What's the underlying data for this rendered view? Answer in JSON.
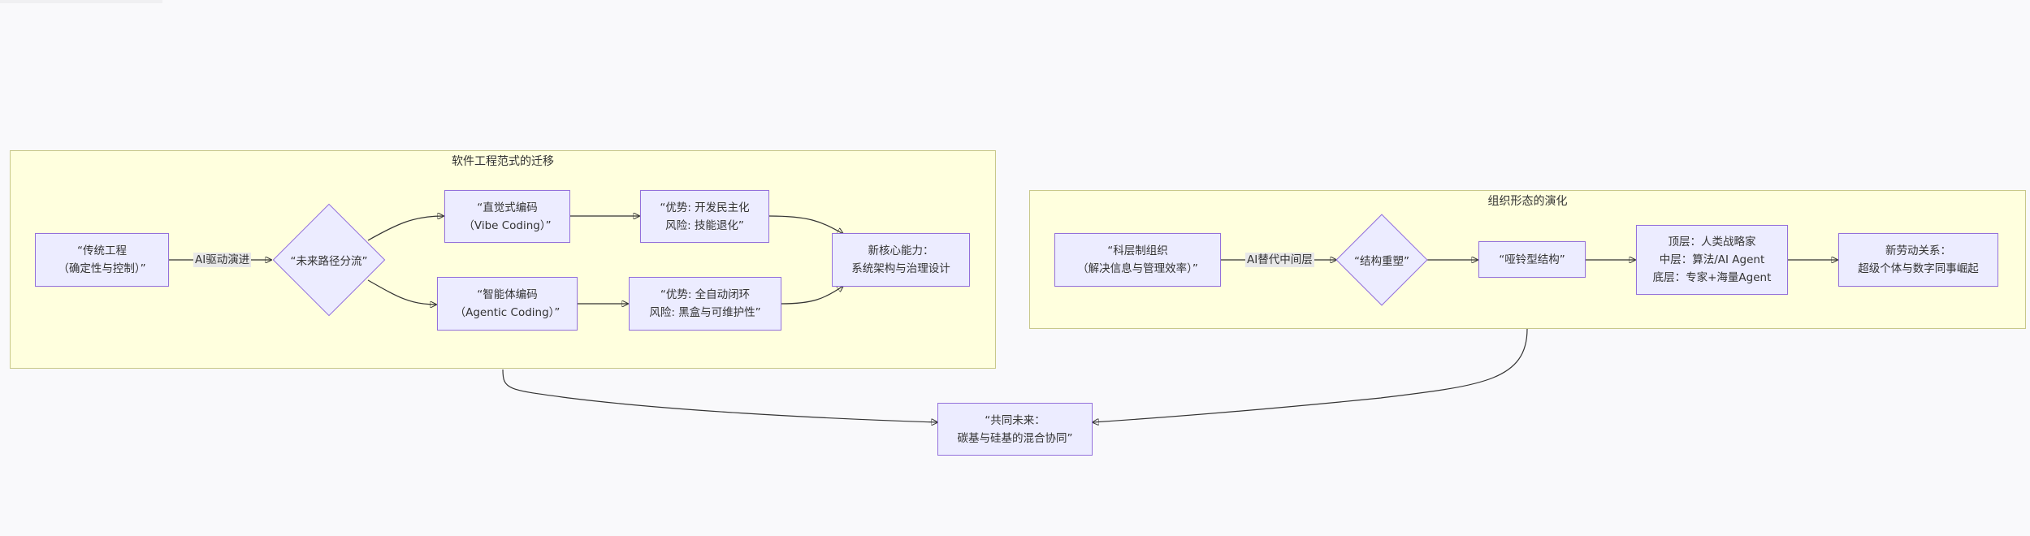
{
  "diagram": {
    "subgraph_software": {
      "title": "软件工程范式的迁移",
      "nodes": {
        "traditional": [
          "“传统工程",
          "（确定性与控制）”"
        ],
        "future_split": "“未来路径分流”",
        "vibe": [
          "“直觉式编码",
          "（Vibe Coding）”"
        ],
        "agentic": [
          "“智能体编码",
          "（Agentic Coding）”"
        ],
        "adv_vibe": [
          "“优势: 开发民主化",
          "风险: 技能退化”"
        ],
        "adv_agentic": [
          "“优势: 全自动闭环",
          "风险: 黑盒与可维护性”"
        ],
        "core_ability": [
          "新核心能力：",
          "系统架构与治理设计"
        ]
      },
      "edge_labels": {
        "ai_driven": "AI驱动演进"
      }
    },
    "subgraph_org": {
      "title": "组织形态的演化",
      "nodes": {
        "bureaucracy": [
          "“科层制组织",
          "（解决信息与管理效率）”"
        ],
        "restructure": "“结构重塑”",
        "dumbbell": "“哑铃型结构”",
        "layers": [
          "顶层：人类战略家",
          "中层：算法/AI Agent",
          "底层：专家+海量Agent"
        ],
        "labor": [
          "新劳动关系：",
          "超级个体与数字同事崛起"
        ]
      },
      "edge_labels": {
        "ai_replace": "AI替代中间层"
      }
    },
    "shared_future": [
      "“共同未来：",
      "碳基与硅基的混合协同”"
    ]
  }
}
